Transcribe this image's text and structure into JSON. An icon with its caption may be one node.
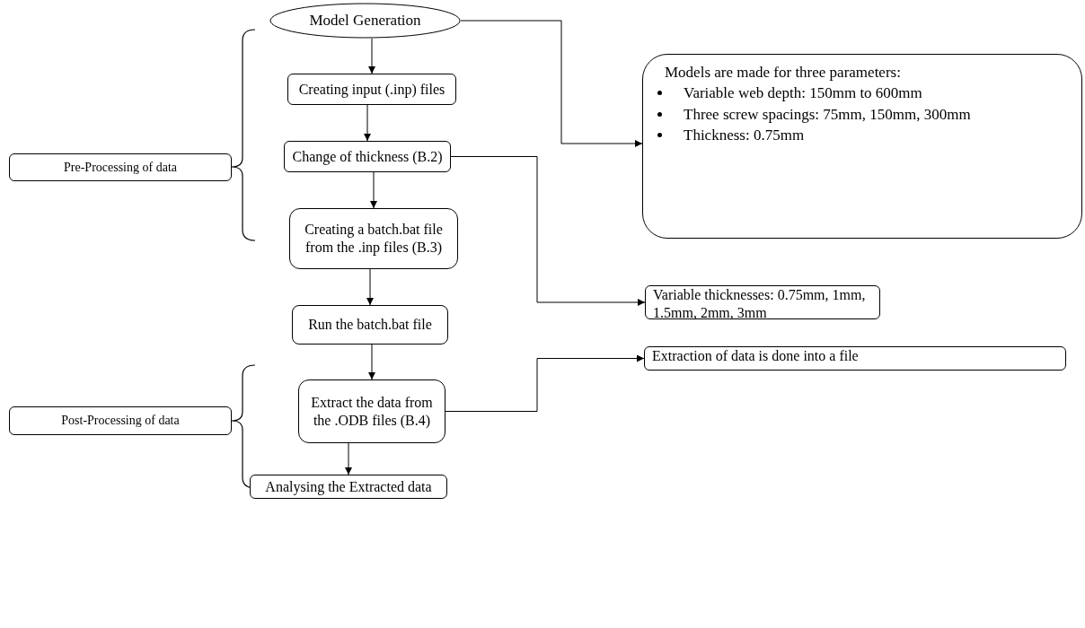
{
  "diagram": {
    "nodes": [
      {
        "text": [
          "Model Generation"
        ]
      },
      {
        "text": [
          "Creating input (.inp) files"
        ]
      },
      {
        "text": [
          "Change of thickness (B.2)"
        ]
      },
      {
        "text": [
          "Creating a batch.bat file from the .inp files (B.3)"
        ]
      },
      {
        "text": [
          "Run the batch.bat file"
        ]
      },
      {
        "text": [
          "Extract the data from the .ODB files (B.4)"
        ]
      },
      {
        "text": [
          "Analysing the Extracted data"
        ]
      },
      {
        "text": [
          "Pre-Processing of data"
        ]
      },
      {
        "text": [
          "Post-Processing of data"
        ]
      },
      {
        "text": [
          "Models are made for three parameters:",
          "Variable web depth: 150mm to 600mm",
          "Three screw spacings: 75mm, 150mm, 300mm",
          "Thickness: 0.75mm"
        ]
      },
      {
        "text": [
          "Variable thicknesses: 0.75mm, 1mm, 1.5mm, 2mm, 3mm"
        ]
      },
      {
        "text": [
          "Extraction of data is done into a file"
        ]
      }
    ],
    "edges": [
      {
        "from": 0,
        "to": 1,
        "arrow": "to"
      },
      {
        "from": 1,
        "to": 2,
        "arrow": "to"
      },
      {
        "from": 2,
        "to": 3,
        "arrow": "to"
      },
      {
        "from": 3,
        "to": 4,
        "arrow": "to"
      },
      {
        "from": 4,
        "to": 5,
        "arrow": "to"
      },
      {
        "from": 5,
        "to": 6,
        "arrow": "to"
      },
      {
        "from": 0,
        "to": 9,
        "arrow": "to"
      },
      {
        "from": 2,
        "to": 10,
        "arrow": "to"
      },
      {
        "from": 5,
        "to": 11,
        "arrow": "to"
      }
    ]
  }
}
